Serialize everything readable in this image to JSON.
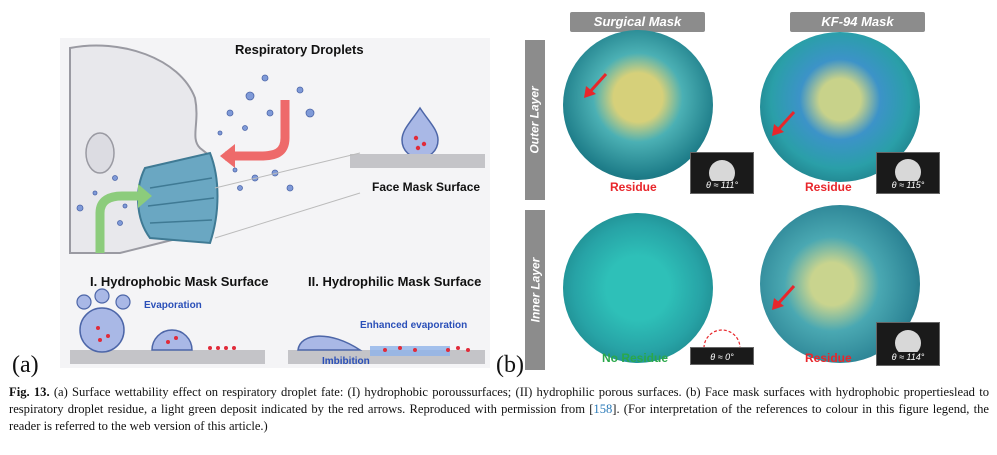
{
  "panel_a": {
    "label": "(a)",
    "respiratory_droplets": "Respiratory Droplets",
    "face_mask_surface": "Face Mask Surface",
    "hydrophobic_title": "I. Hydrophobic Mask Surface",
    "hydrophilic_title": "II. Hydrophilic Mask Surface",
    "evaporation": "Evaporation",
    "enhanced_evaporation": "Enhanced evaporation",
    "imbibition": "Imbibition"
  },
  "panel_b": {
    "label": "(b)",
    "col_surgical": "Surgical Mask",
    "col_kf94": "KF-94 Mask",
    "row_outer": "Outer Layer",
    "row_inner": "Inner Layer",
    "residue_1": "Residue",
    "residue_2": "Residue",
    "no_residue": "No Residue",
    "residue_4": "Residue",
    "angle_1": "θ ≈ 111°",
    "angle_2": "θ ≈ 115°",
    "angle_3": "θ ≈ 0°",
    "angle_4": "θ ≈ 114°",
    "colors": {
      "residue": "#e8262b",
      "no_residue": "#2aa84a",
      "fiber": "#2bb3b8"
    }
  },
  "caption": {
    "fig_number": "Fig. 13.",
    "text_1": " (a) Surface wettability effect on respiratory droplet fate: (I) hydrophobic poroussurfaces; (II) hydrophilic porous surfaces. (b) Face mask surfaces with hydrophobic propertieslead to respiratory droplet residue, a light green deposit indicated by the red arrows. Reproduced with permission from [",
    "ref": "158",
    "text_2": "]. (For interpretation of the references to colour in this figure legend, the reader is referred to the web version of this article.)"
  }
}
